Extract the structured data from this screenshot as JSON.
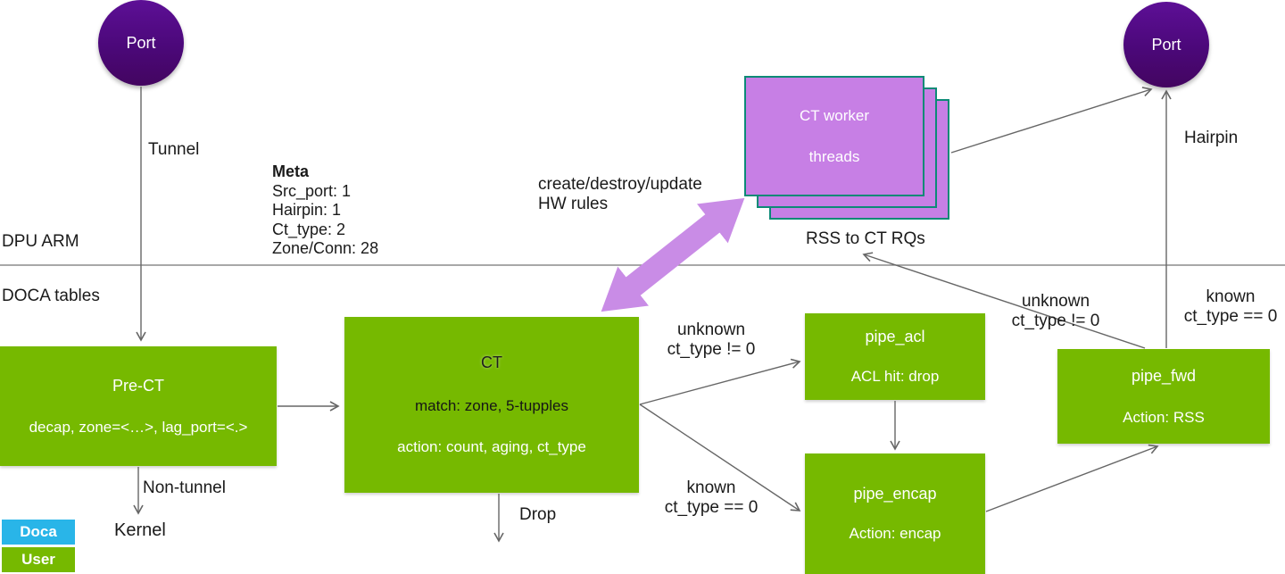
{
  "regions": {
    "dpu_arm": "DPU ARM",
    "doca_tables": "DOCA tables"
  },
  "ports": {
    "left": "Port",
    "right": "Port"
  },
  "meta": {
    "title": "Meta",
    "lines": [
      "Src_port: 1",
      "Hairpin: 1",
      "Ct_type: 2",
      "Zone/Conn: 28"
    ]
  },
  "nodes": {
    "pre_ct": {
      "title": "Pre-CT",
      "detail": "decap, zone=<…>, lag_port=<.>"
    },
    "ct": {
      "title": "CT",
      "match": "match: zone, 5-tupples",
      "action": "action: count, aging, ct_type"
    },
    "ct_worker": {
      "line1": "CT worker",
      "line2": "threads"
    },
    "pipe_acl": {
      "title": "pipe_acl",
      "detail": "ACL hit: drop"
    },
    "pipe_encap": {
      "title": "pipe_encap",
      "detail": "Action: encap"
    },
    "pipe_fwd": {
      "title": "pipe_fwd",
      "detail": "Action: RSS"
    }
  },
  "edge_labels": {
    "tunnel": "Tunnel",
    "non_tunnel": "Non-tunnel",
    "kernel": "Kernel",
    "drop": "Drop",
    "hairpin": "Hairpin",
    "unknown": "unknown\nct_type != 0",
    "known": "known\nct_type == 0",
    "rss": "RSS to CT RQs",
    "create_hw": "create/destroy/update\nHW rules"
  },
  "legend": {
    "items": [
      {
        "label": "Doca",
        "color": "#29B5E8"
      },
      {
        "label": "User",
        "color": "#76B900"
      }
    ]
  },
  "colors": {
    "node_green": "#76B900",
    "port_purple": "#4B0879",
    "worker_fill": "#C77FE5",
    "worker_border": "#0C8A76",
    "big_arrow": "#C98CE6",
    "line_gray": "#666666"
  }
}
